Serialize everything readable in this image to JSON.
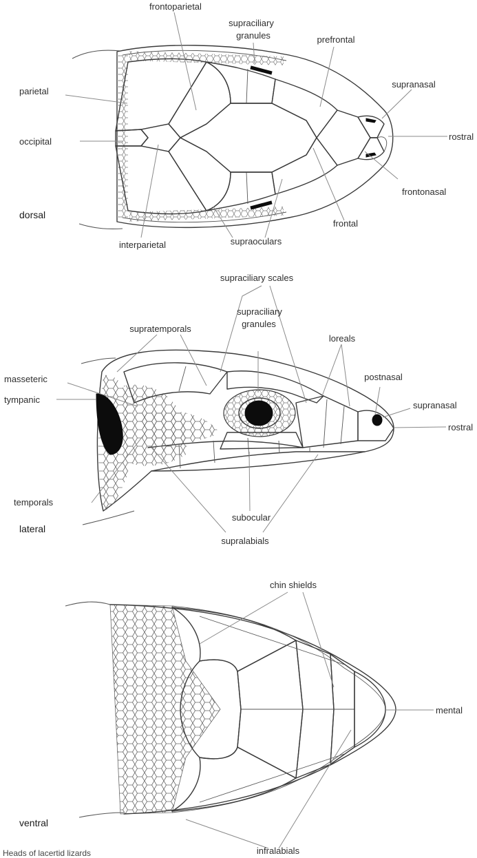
{
  "dorsal": {
    "view_label": "dorsal",
    "labels": {
      "frontoparietal": "frontoparietal",
      "supraciliary_granules_1": "supraciliary",
      "supraciliary_granules_2": "granules",
      "prefrontal": "prefrontal",
      "supranasal": "supranasal",
      "parietal": "parietal",
      "occipital": "occipital",
      "rostral": "rostral",
      "frontonasal": "frontonasal",
      "frontal": "frontal",
      "interparietal": "interparietal",
      "supraoculars": "supraoculars"
    }
  },
  "lateral": {
    "view_label": "lateral",
    "labels": {
      "supraciliary_scales": "supraciliary scales",
      "supratemporals": "supratemporals",
      "supraciliary_granules_1": "supraciliary",
      "supraciliary_granules_2": "granules",
      "loreals": "loreals",
      "masseteric": "masseteric",
      "postnasal": "postnasal",
      "tympanic": "tympanic",
      "supranasal": "supranasal",
      "rostral": "rostral",
      "temporals": "temporals",
      "subocular": "subocular",
      "supralabials": "supralabials"
    }
  },
  "ventral": {
    "view_label": "ventral",
    "labels": {
      "chin_shields": "chin shields",
      "mental": "mental",
      "infralabials": "infralabials"
    }
  },
  "caption": "Heads of lacertid lizards"
}
